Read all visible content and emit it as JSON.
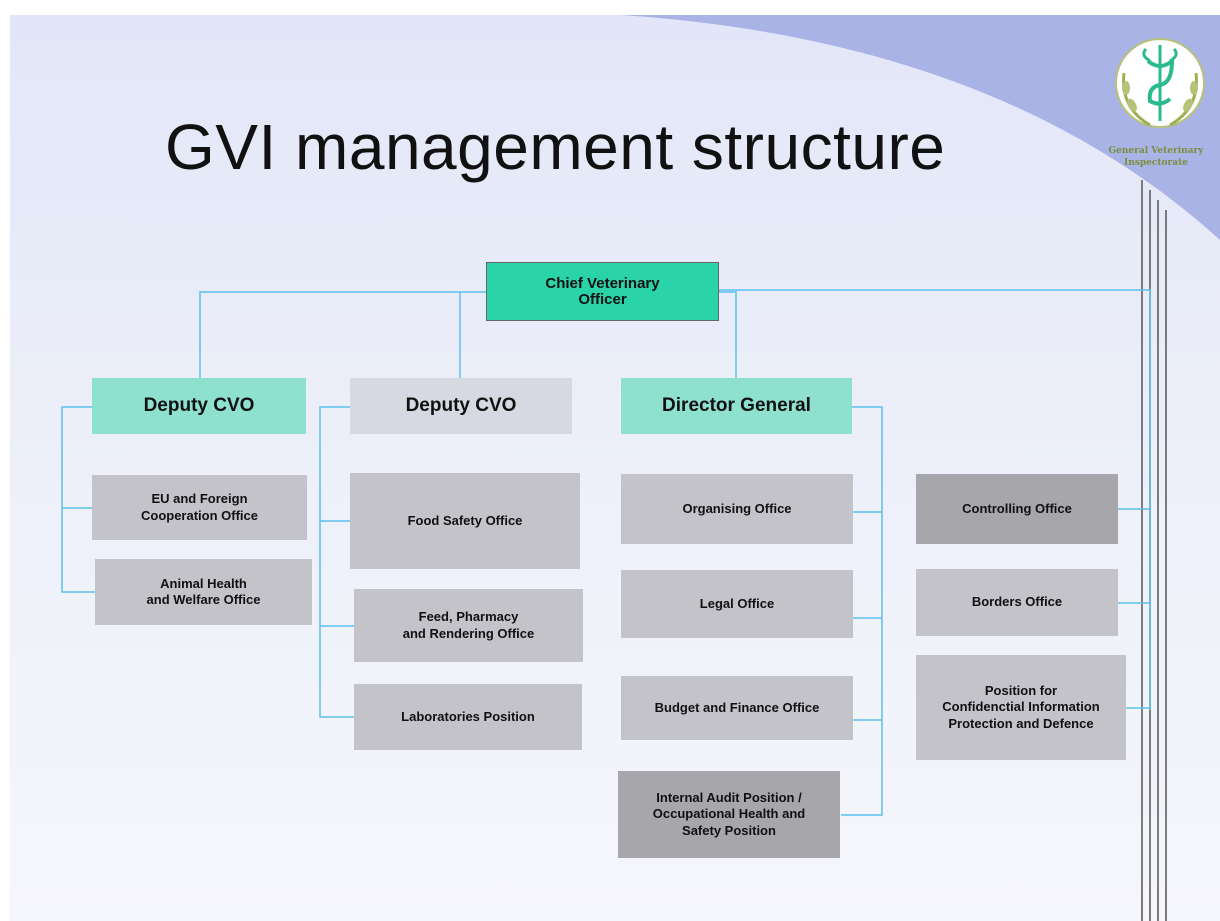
{
  "slide": {
    "title": "GVI management structure",
    "logo": {
      "text": "General Veterinary\nInspectorate"
    },
    "colors": {
      "background": "#e4e8f8",
      "accent_curve": "#aab3e6",
      "connector": "#5cc0ec",
      "chief_box": "#2bd3a8",
      "teal_box": "#8ee0cf",
      "light_grey_box": "#d6d9e1",
      "grey_box": "#c3c3c9",
      "dark_grey_box": "#a6a6ab"
    }
  },
  "org": {
    "chief": "Chief Veterinary\nOfficer",
    "deputy_1": {
      "title": "Deputy CVO",
      "offices": [
        "EU and Foreign\nCooperation Office",
        "Animal Health\nand Welfare Office"
      ]
    },
    "deputy_2": {
      "title": "Deputy CVO",
      "offices": [
        "Food Safety Office",
        "Feed, Pharmacy\nand Rendering Office",
        "Laboratories Position"
      ]
    },
    "director": {
      "title": "Director General",
      "offices": [
        "Organising Office",
        "Legal Office",
        "Budget and Finance Office",
        "Internal Audit Position /\nOccupational Health and\nSafety Position"
      ]
    },
    "direct": [
      "Controlling Office",
      "Borders Office",
      "Position for\nConfidenctial Information\nProtection and Defence"
    ]
  }
}
